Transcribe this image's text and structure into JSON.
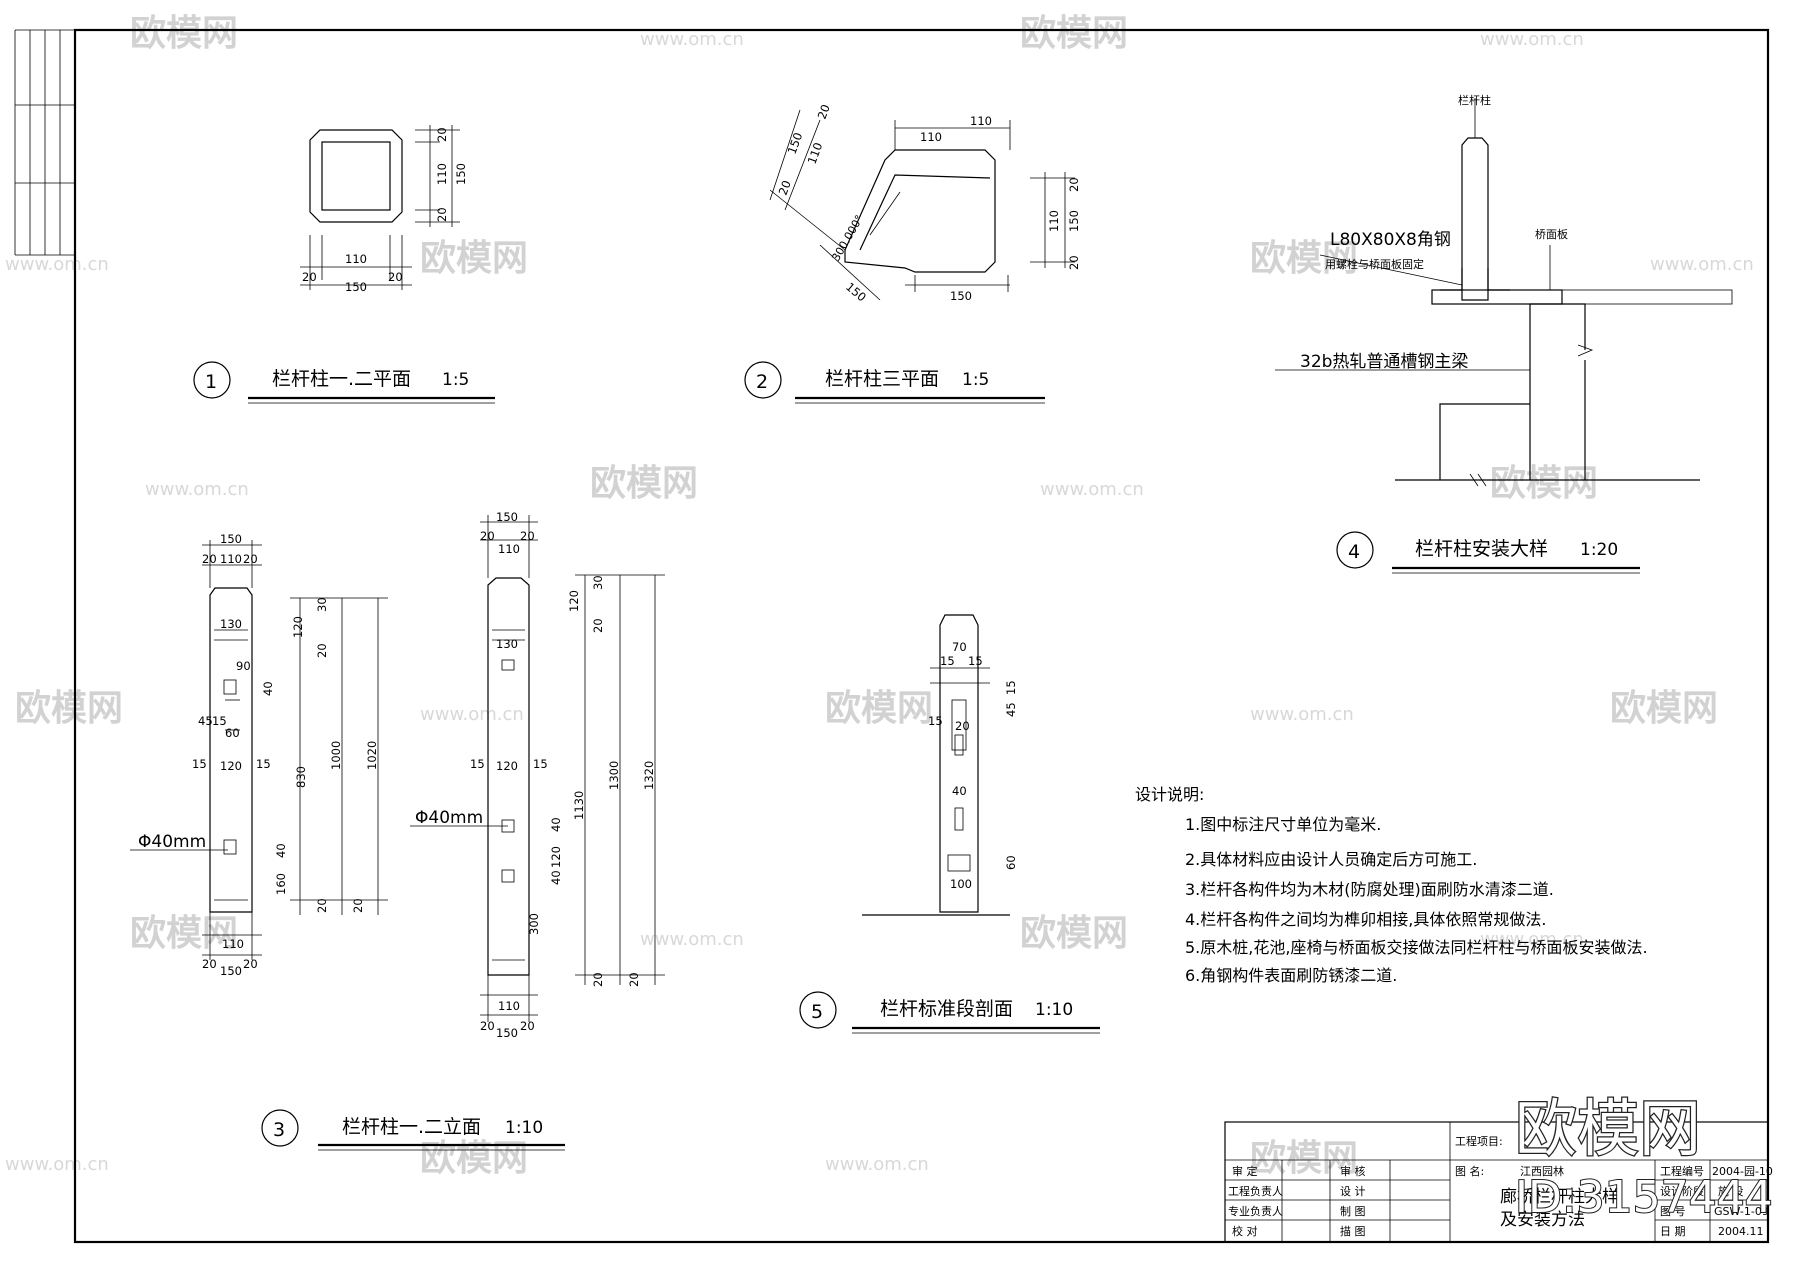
{
  "watermark": {
    "brand": "欧模网",
    "url": "www.om.cn",
    "id_label": "ID:3157444"
  },
  "views": [
    {
      "num": "1",
      "title": "栏杆柱一.二平面",
      "scale": "1:5"
    },
    {
      "num": "2",
      "title": "栏杆柱三平面",
      "scale": "1:5"
    },
    {
      "num": "3",
      "title": "栏杆柱一.二立面",
      "scale": "1:10"
    },
    {
      "num": "4",
      "title": "栏杆柱安装大样",
      "scale": "1:20"
    },
    {
      "num": "5",
      "title": "栏杆标准段剖面",
      "scale": "1:10"
    }
  ],
  "view1": {
    "dims": [
      "20",
      "150",
      "110",
      "20",
      "110",
      "20",
      "150",
      "20"
    ]
  },
  "view2": {
    "dims_left": [
      "150",
      "110",
      "20",
      "20"
    ],
    "dims_top": [
      "110",
      "110"
    ],
    "dims_right": [
      "20",
      "110",
      "150",
      "20"
    ],
    "dims_bottom": [
      "150",
      "150"
    ],
    "angle_label": "300.000°"
  },
  "view3": {
    "left_dims": [
      "150",
      "20",
      "110",
      "20",
      "130",
      "90",
      "40",
      "15",
      "60",
      "45",
      "15",
      "120",
      "15",
      "40",
      "160",
      "110",
      "20",
      "150",
      "20"
    ],
    "left_vert": [
      "30",
      "120",
      "20",
      "830",
      "1000",
      "1020",
      "20",
      "20"
    ],
    "left_note": "Φ40mm",
    "right_dims": [
      "150",
      "20",
      "110",
      "20",
      "130",
      "15",
      "120",
      "15",
      "40",
      "120",
      "40",
      "300",
      "110",
      "20",
      "150",
      "20"
    ],
    "right_vert": [
      "30",
      "120",
      "20",
      "1130",
      "1300",
      "1320",
      "20",
      "20"
    ],
    "right_note": "Φ40mm"
  },
  "view4": {
    "post_label": "栏杆柱",
    "angle_label": "L80X80X8角钢",
    "angle_sub": "用螺栓与桥面板固定",
    "deck_label": "桥面板",
    "beam_label": "32b热轧普通槽钢主梁"
  },
  "view5": {
    "dims": [
      "70",
      "15",
      "15",
      "15",
      "45",
      "15",
      "20",
      "40",
      "60",
      "100"
    ]
  },
  "notes": {
    "heading": "设计说明:",
    "items": [
      "1.图中标注尺寸单位为毫米.",
      "2.具体材料应由设计人员确定后方可施工.",
      "3.栏杆各构件均为木材(防腐处理)面刷防水清漆二道.",
      "4.栏杆各构件之间均为榫卯相接,具体依照常规做法.",
      "5.原木桩,花池,座椅与桥面板交接做法同栏杆柱与桥面板安装做法.",
      "6.角钢构件表面刷防锈漆二道."
    ]
  },
  "title_block": {
    "project_label": "工程项目:",
    "row_labels": [
      "审 定",
      "工程负责人",
      "专业负责人",
      "校 对"
    ],
    "mid_labels": [
      "审 核",
      "设 计",
      "制 图",
      "描 图"
    ],
    "name_label": "图 名:",
    "company": "江西园林",
    "drawing_name_1": "廊桥栏杆柱大样",
    "drawing_name_2": "及安装方法",
    "right_labels": [
      "工程编号",
      "设计阶段",
      "图 号",
      "日 期"
    ],
    "right_values": [
      "2004-园-10",
      "施 设",
      "GSW-1-09",
      "2004.11"
    ]
  }
}
